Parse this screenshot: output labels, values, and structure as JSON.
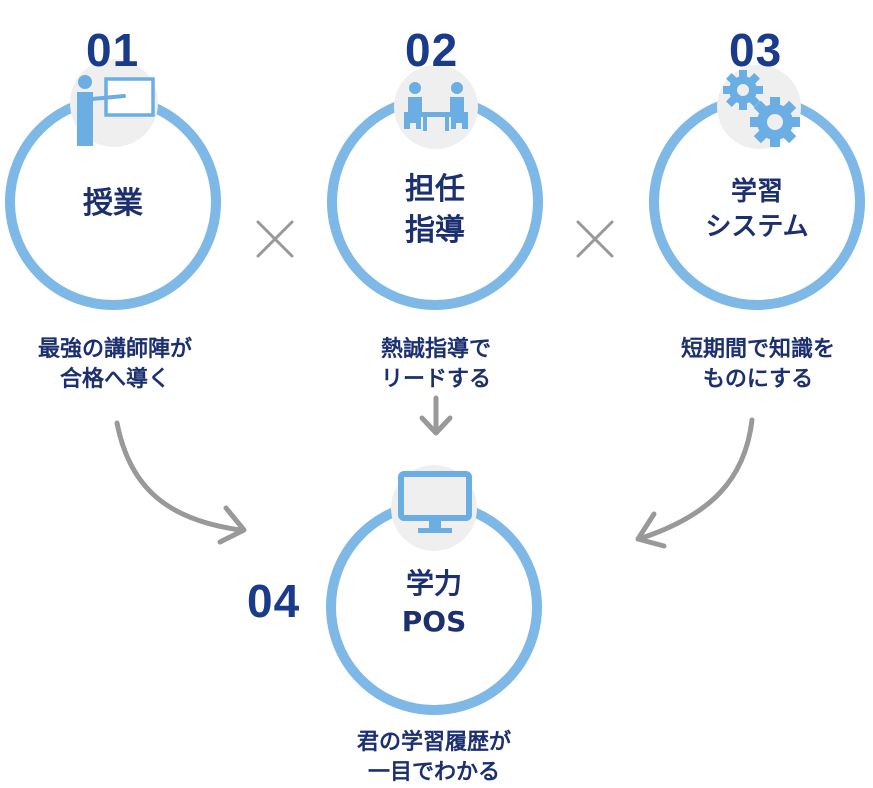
{
  "colors": {
    "ring": "#7db8e6",
    "icon": "#6aaee3",
    "icon_bg": "#efefef",
    "text": "#1c3070",
    "number": "#1a3a8a",
    "arrow": "#999999",
    "times": "#999999"
  },
  "steps": [
    {
      "number": "01",
      "title": "授業",
      "caption": "最強の講師陣が\n合格へ導く",
      "icon": "teacher-whiteboard-icon"
    },
    {
      "number": "02",
      "title": "担任\n指導",
      "caption": "熱誠指導で\nリードする",
      "icon": "meeting-table-icon"
    },
    {
      "number": "03",
      "title": "学習\nシステム",
      "caption": "短期間で知識を\nものにする",
      "icon": "gears-icon"
    }
  ],
  "result": {
    "number": "04",
    "title": "学力\nPOS",
    "caption": "君の学習履歴が\n一目でわかる",
    "icon": "monitor-icon"
  },
  "operators": [
    "×",
    "×"
  ]
}
